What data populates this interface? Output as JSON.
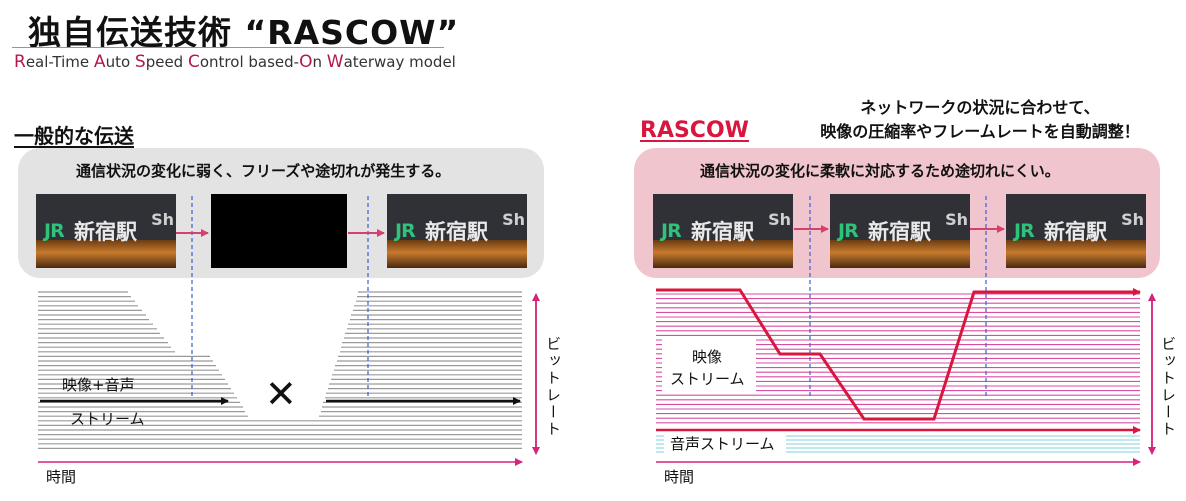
{
  "header": {
    "title": "独自伝送技術 “RASCOW”",
    "subtitle_parts": [
      {
        "text": "R",
        "cap": true
      },
      {
        "text": "eal-Time ",
        "cap": false
      },
      {
        "text": "A",
        "cap": true
      },
      {
        "text": "uto ",
        "cap": false
      },
      {
        "text": "S",
        "cap": true
      },
      {
        "text": "peed ",
        "cap": false
      },
      {
        "text": "C",
        "cap": true
      },
      {
        "text": "ontrol based-",
        "cap": false
      },
      {
        "text": "O",
        "cap": true
      },
      {
        "text": "n ",
        "cap": false
      },
      {
        "text": "W",
        "cap": true
      },
      {
        "text": "aterway model",
        "cap": false
      }
    ]
  },
  "left": {
    "title": "一般的な伝送",
    "panel_text": "通信状況の変化に弱く、フリーズや途切れが発生する。",
    "frames": [
      {
        "jr": "JR",
        "kanji": "新宿駅",
        "sh": "Sh",
        "black": false
      },
      {
        "black": true
      },
      {
        "jr": "JR",
        "kanji": "新宿駅",
        "sh": "Sh",
        "black": false
      }
    ],
    "stream_label_1": "映像+音声",
    "stream_label_2": "ストリーム",
    "drop_mark": "✕",
    "x_axis": "時間",
    "y_axis": "ビットレート"
  },
  "right": {
    "title": "RASCOW",
    "caption_line1": "ネットワークの状況に合わせて、",
    "caption_line2": "映像の圧縮率やフレームレートを自動調整！",
    "panel_text": "通信状況の変化に柔軟に対応するため途切れにくい。",
    "frames": [
      {
        "jr": "JR",
        "kanji": "新宿駅",
        "sh": "Sh",
        "black": false
      },
      {
        "jr": "JR",
        "kanji": "新宿駅",
        "sh": "Sh",
        "black": false
      },
      {
        "jr": "JR",
        "kanji": "新宿駅",
        "sh": "Sh",
        "black": false
      }
    ],
    "video_label_1": "映像",
    "video_label_2": "ストリーム",
    "audio_label": "音声ストリーム",
    "x_axis": "時間",
    "y_axis": "ビットレート"
  },
  "colors": {
    "accent": "#d8163e",
    "magenta": "#d6247a",
    "stripe_gray": "#9a9a9a",
    "stripe_pink": "#d94fa0",
    "stripe_cyan": "#7fd3dc",
    "dash_blue": "#3a5fd0",
    "arrow_pink": "#d6406e"
  }
}
